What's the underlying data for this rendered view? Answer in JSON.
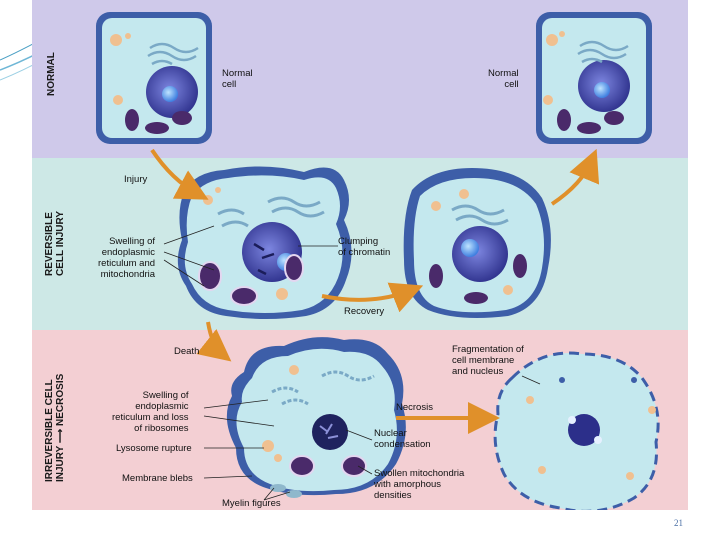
{
  "stages": {
    "normal": "NORMAL",
    "reversible_line1": "REVERSIBLE",
    "reversible_line2": "CELL INJURY",
    "irreversible_line1": "IRREVERSIBLE CELL",
    "irreversible_line2": "INJURY",
    "irreversible_arrow": "⟶",
    "necrosis": "NECROSIS"
  },
  "labels": {
    "normal_cell_left_1": "Normal",
    "normal_cell_left_2": "cell",
    "normal_cell_right_1": "Normal",
    "normal_cell_right_2": "cell",
    "injury": "Injury",
    "swelling_er_1": "Swelling of",
    "swelling_er_2": "endoplasmic",
    "swelling_er_3": "reticulum and",
    "swelling_er_4": "mitochondria",
    "clumping_1": "Clumping",
    "clumping_2": "of chromatin",
    "recovery": "Recovery",
    "death": "Death",
    "swelling_ribo_1": "Swelling of",
    "swelling_ribo_2": "endoplasmic",
    "swelling_ribo_3": "reticulum and loss",
    "swelling_ribo_4": "of ribosomes",
    "lysosome": "Lysosome rupture",
    "blebs": "Membrane blebs",
    "myelin": "Myelin figures",
    "nuclear_1": "Nuclear",
    "nuclear_2": "condensation",
    "swollen_mito_1": "Swollen mitochondria",
    "swollen_mito_2": "with amorphous",
    "swollen_mito_3": "densities",
    "necrosis_arrow": "Necrosis",
    "fragmentation_1": "Fragmentation of",
    "fragmentation_2": "cell membrane",
    "fragmentation_3": "and nucleus"
  },
  "page_number": "21",
  "colors": {
    "normal_band": "#cfc9ea",
    "reversible_band": "#cde8e6",
    "irreversible_band": "#f3cfd3",
    "arrow": "#e0902a",
    "cytoplasm": "#bfe6ec",
    "nucleus": "#3a3fa8",
    "mitochondria": "#4a2a6a"
  }
}
